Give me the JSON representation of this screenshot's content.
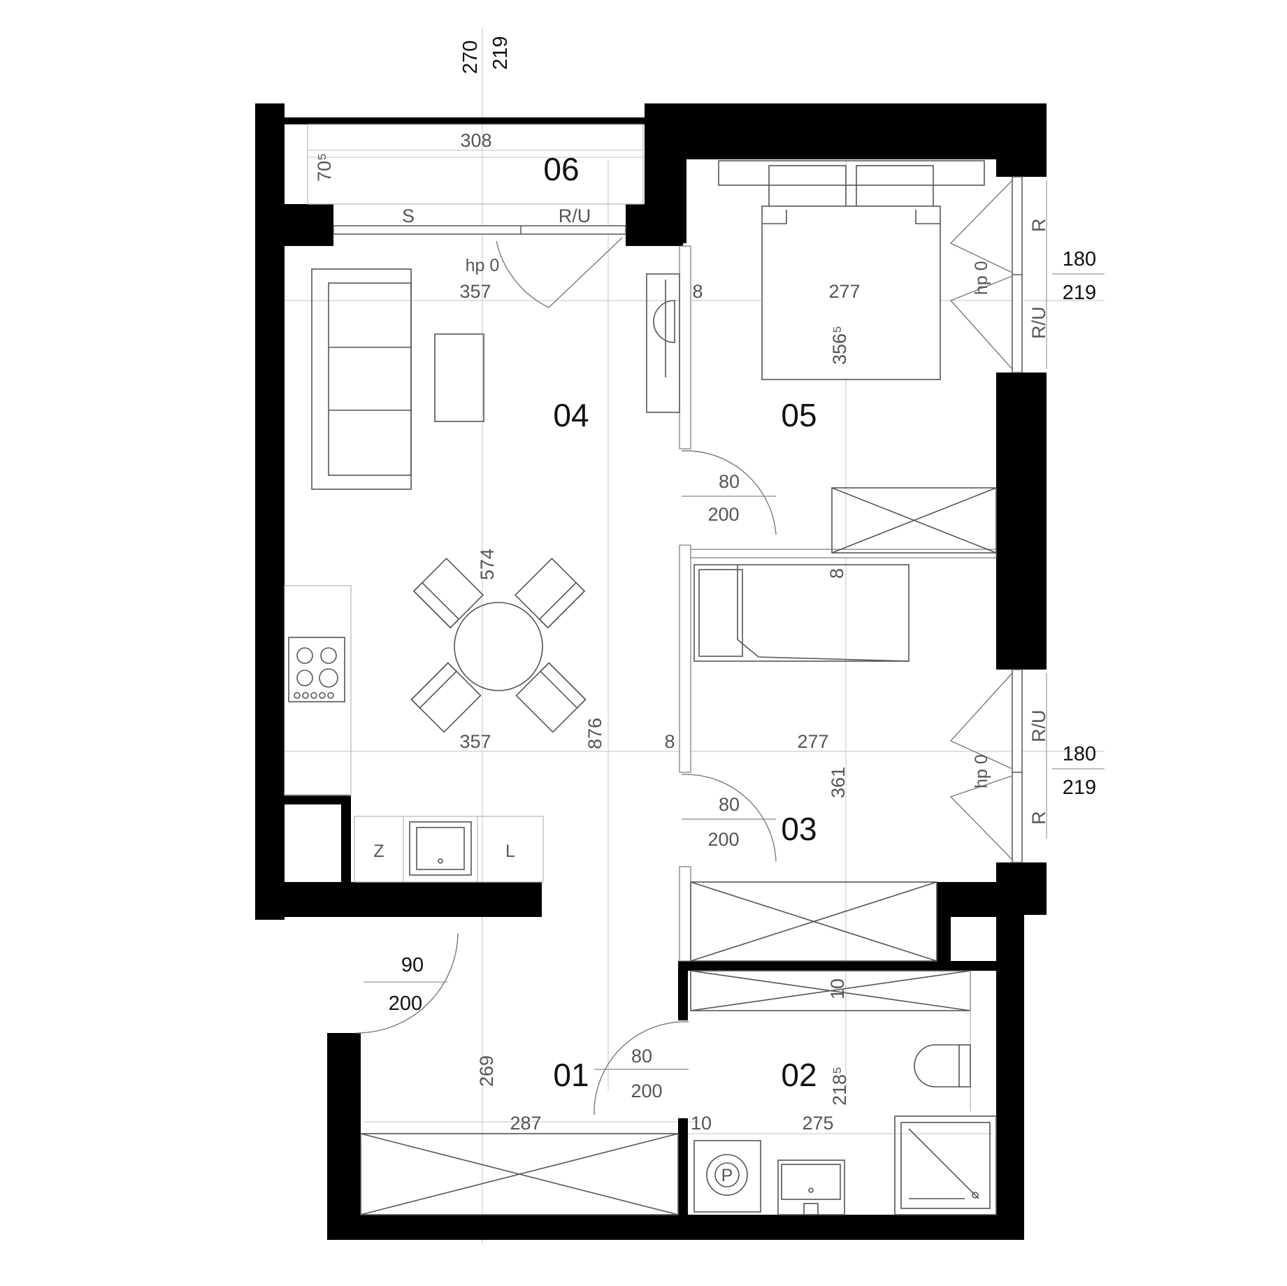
{
  "rooms": {
    "r01": "01",
    "r02": "02",
    "r03": "03",
    "r04": "04",
    "r05": "05",
    "r06": "06"
  },
  "dimensions": {
    "top_270": "270",
    "top_219": "219",
    "balcony_308": "308",
    "balcony_70": "70⁵",
    "balcony_S": "S",
    "balcony_RU": "R/U",
    "hp0_top": "hp 0",
    "living_357_top": "357",
    "wall_8_top": "8",
    "bed_277_top": "277",
    "bed_3565": "356⁵",
    "hp0_right_top": "hp 0",
    "win_R_top": "R",
    "win_RU_top": "R/U",
    "win_180_top": "180",
    "win_219_top": "219",
    "door_80_a": "80",
    "door_200_a": "200",
    "living_574": "574",
    "wall_8_mid": "8",
    "living_357_bottom": "357",
    "living_876": "876",
    "wall_8_bottom": "8",
    "room03_277": "277",
    "room03_361": "361",
    "hp0_right_bottom": "hp 0",
    "win_RU_bottom": "R/U",
    "win_R_bottom": "R",
    "win_180_bottom": "180",
    "win_219_bottom": "219",
    "door_80_b": "80",
    "door_200_b": "200",
    "kitchen_Z": "Z",
    "kitchen_L": "L",
    "entry_90": "90",
    "entry_200": "200",
    "hall_269": "269",
    "door_80_c": "80",
    "door_200_c": "200",
    "bath_2185": "218⁵",
    "wall_10_mid": "10",
    "hall_287": "287",
    "wall_10_bottom": "10",
    "bath_275": "275",
    "washer_P": "P"
  }
}
